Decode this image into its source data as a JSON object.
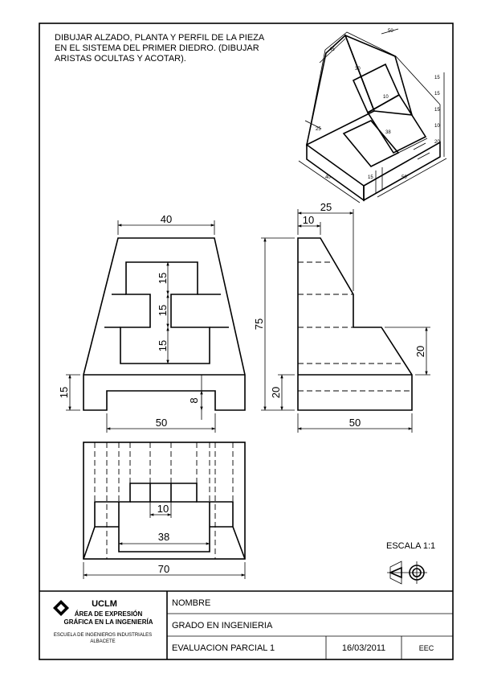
{
  "instruction": {
    "line1": "DIBUJAR ALZADO, PLANTA Y PERFIL DE LA PIEZA",
    "line2": "EN EL SISTEMA DEL PRIMER DIEDRO. (DIBUJAR",
    "line3": "ARISTAS OCULTAS Y ACOTAR)."
  },
  "front_view": {
    "width_dim": "40",
    "step1_dim": "15",
    "step2_dim": "15",
    "step3_dim": "15",
    "base_height_dim": "15",
    "slot_height_dim": "8",
    "slot_width_dim": "50"
  },
  "side_view": {
    "overall_width_dim": "25",
    "top_width_dim": "10",
    "height_dim": "75",
    "step_height_dim": "20",
    "base_height_dim": "20",
    "base_width_dim": "50"
  },
  "plan_view": {
    "inner_dim": "10",
    "middle_dim": "38",
    "overall_dim": "70"
  },
  "iso_view": {
    "dims": [
      "50",
      "45",
      "30",
      "10",
      "15",
      "15",
      "15",
      "10",
      "20",
      "25",
      "38",
      "40",
      "50",
      "15"
    ]
  },
  "scale": {
    "label": "ESCALA 1:1"
  },
  "title_block": {
    "logo_name": "UCLM",
    "dept_line1": "ÁREA DE EXPRESIÓN",
    "dept_line2": "GRÁFICA EN LA INGENIERÍA",
    "school_line1": "ESCUELA DE INGENIEROS INDUSTRIALES",
    "school_line2": "ALBACETE",
    "name_label": "NOMBRE",
    "degree": "GRADO EN INGENIERIA",
    "exam": "EVALUACION PARCIAL 1",
    "date": "16/03/2011",
    "code": "EEC"
  }
}
